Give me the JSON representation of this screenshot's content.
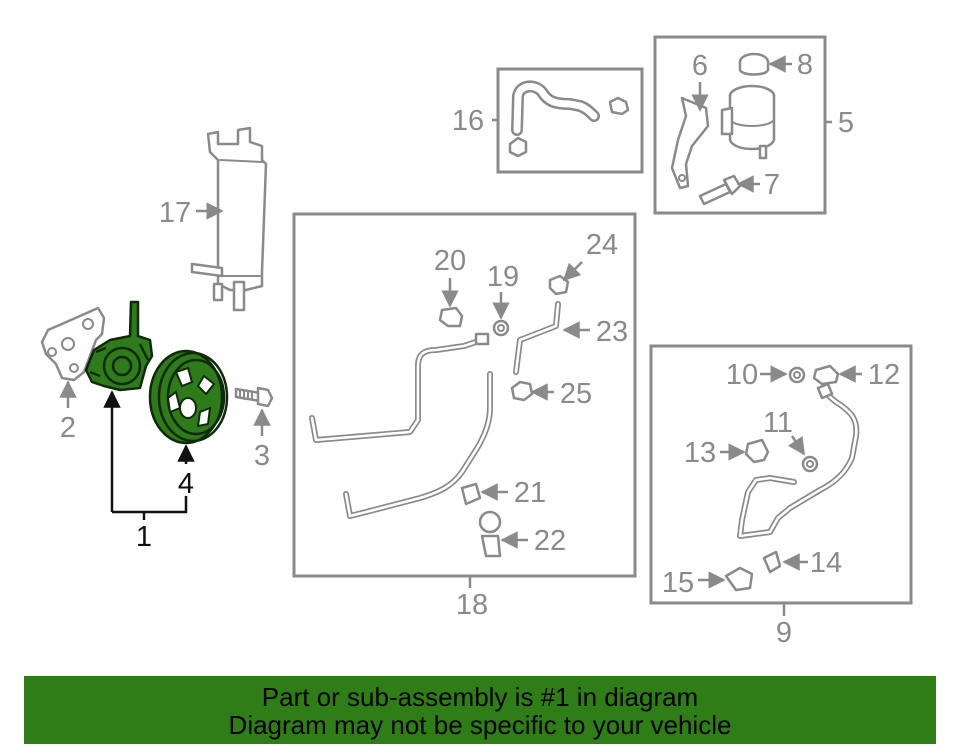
{
  "diagram": {
    "highlight_color": "#2f7a1a",
    "part_color": "#8a8a8a",
    "callouts": {
      "c1": "1",
      "c2": "2",
      "c3": "3",
      "c4": "4",
      "c5": "5",
      "c6": "6",
      "c7": "7",
      "c8": "8",
      "c9": "9",
      "c10": "10",
      "c11": "11",
      "c12": "12",
      "c13": "13",
      "c14": "14",
      "c15": "15",
      "c16": "16",
      "c17": "17",
      "c18": "18",
      "c19": "19",
      "c20": "20",
      "c21": "21",
      "c22": "22",
      "c23": "23",
      "c24": "24",
      "c25": "25"
    }
  },
  "footer": {
    "background": "#2e7d16",
    "line1": "Part or sub-assembly is #1 in diagram",
    "line2": "Diagram may not be specific to your vehicle"
  }
}
